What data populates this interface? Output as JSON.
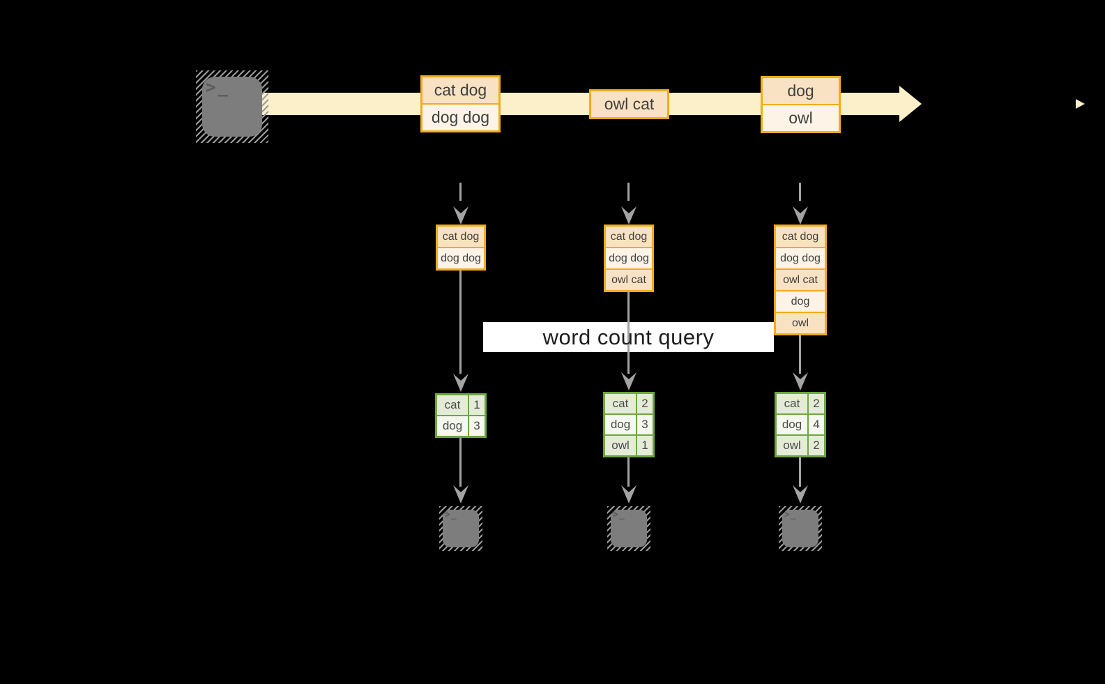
{
  "query_label": "word count query",
  "icons": {
    "terminal_glyph": ">_"
  },
  "colors": {
    "background": "#000000",
    "stream_band": "#fcf0cb",
    "record_border": "#f0ad1a",
    "record_fill_dark": "#f9e2c3",
    "record_fill_light": "#fdf3e6",
    "table_border": "#6fa640",
    "table_cell_dark": "#e4ecd8",
    "table_cell_light": "#f4f8ef",
    "arrow_gray": "#a3a3a3",
    "terminal_gray": "#7d7d7d",
    "label_background": "#ffffff"
  },
  "stream": {
    "batches": [
      {
        "records": [
          "cat dog",
          "dog dog"
        ]
      },
      {
        "records": [
          "owl cat"
        ]
      },
      {
        "records": [
          "dog",
          "owl"
        ]
      }
    ]
  },
  "columns": [
    {
      "state_records": [
        "cat dog",
        "dog dog"
      ],
      "counts": [
        {
          "word": "cat",
          "count": "1"
        },
        {
          "word": "dog",
          "count": "3"
        }
      ]
    },
    {
      "state_records": [
        "cat dog",
        "dog dog",
        "owl cat"
      ],
      "counts": [
        {
          "word": "cat",
          "count": "2"
        },
        {
          "word": "dog",
          "count": "3"
        },
        {
          "word": "owl",
          "count": "1"
        }
      ]
    },
    {
      "state_records": [
        "cat dog",
        "dog dog",
        "owl cat",
        "dog",
        "owl"
      ],
      "counts": [
        {
          "word": "cat",
          "count": "2"
        },
        {
          "word": "dog",
          "count": "4"
        },
        {
          "word": "owl",
          "count": "2"
        }
      ]
    }
  ]
}
